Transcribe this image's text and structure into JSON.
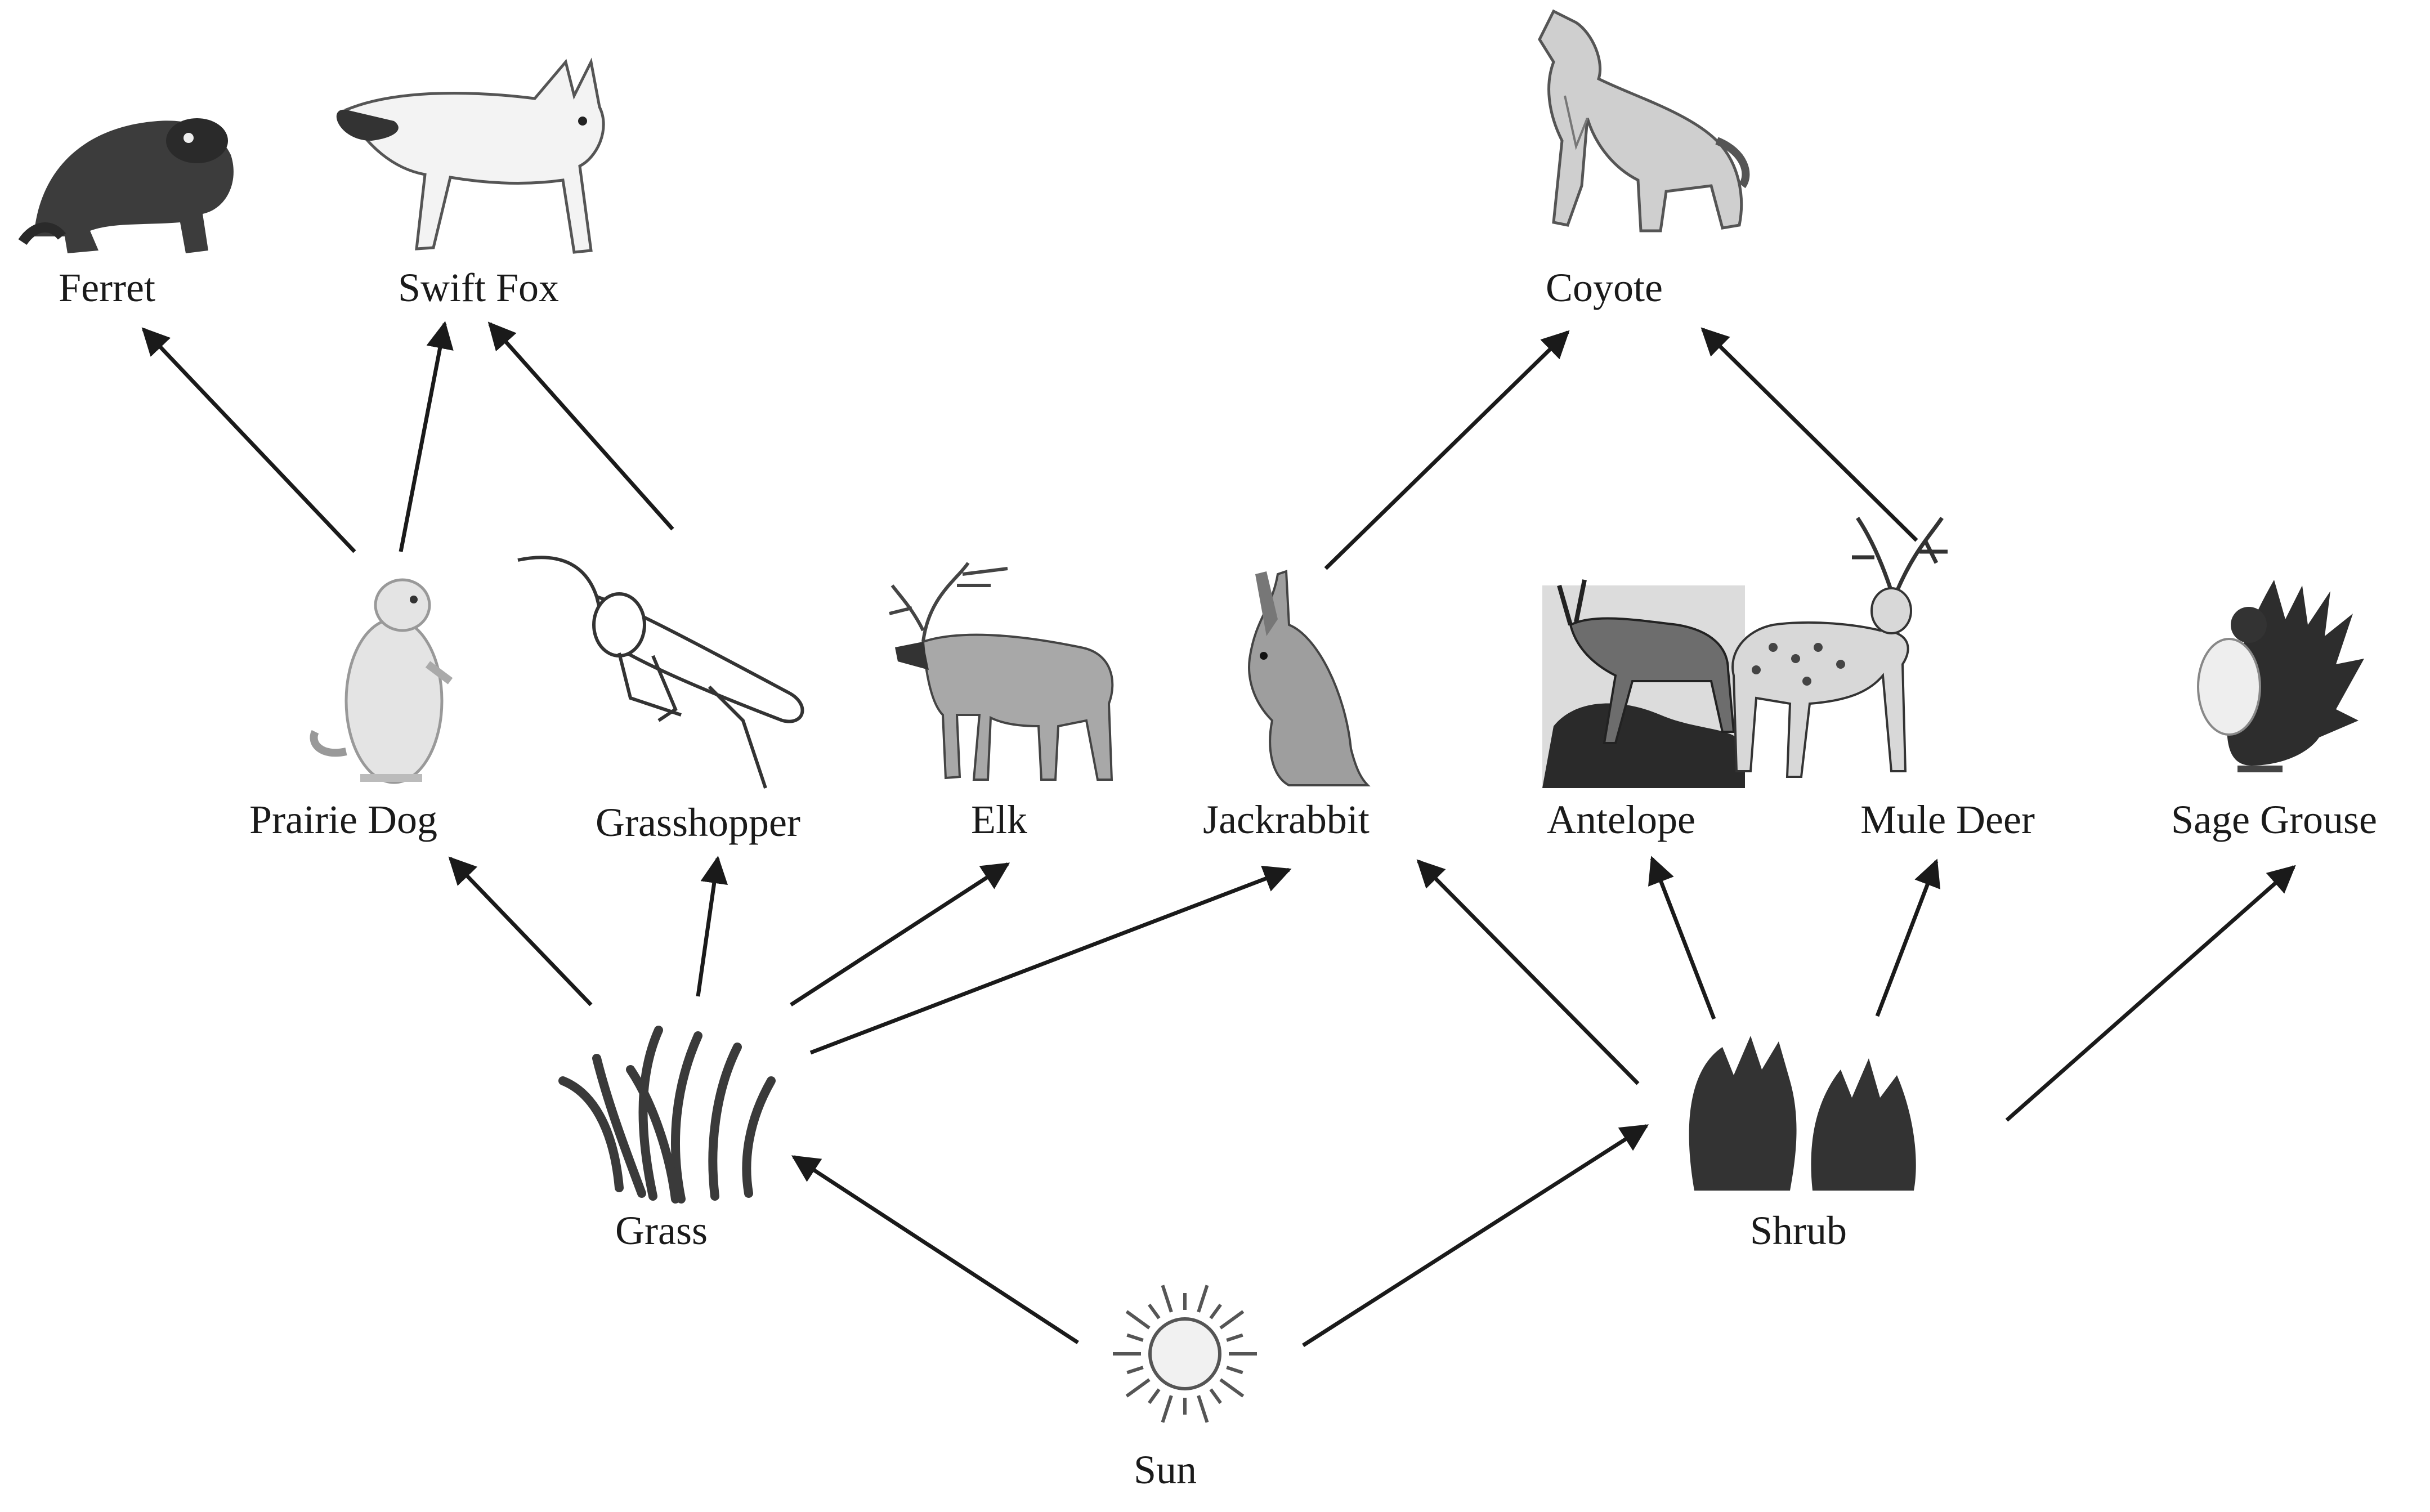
{
  "organisms": {
    "ferret": "Ferret",
    "swift_fox": "Swift Fox",
    "coyote": "Coyote",
    "prairie_dog": "Prairie Dog",
    "grasshopper": "Grasshopper",
    "elk": "Elk",
    "jackrabbit": "Jackrabbit",
    "antelope": "Antelope",
    "mule_deer": "Mule Deer",
    "sage_grouse": "Sage Grouse",
    "grass": "Grass",
    "shrub": "Shrub",
    "sun": "Sun"
  },
  "edges": [
    [
      "sun",
      "grass"
    ],
    [
      "sun",
      "shrub"
    ],
    [
      "grass",
      "prairie_dog"
    ],
    [
      "grass",
      "grasshopper"
    ],
    [
      "grass",
      "elk"
    ],
    [
      "grass",
      "jackrabbit"
    ],
    [
      "shrub",
      "jackrabbit"
    ],
    [
      "shrub",
      "antelope"
    ],
    [
      "shrub",
      "mule_deer"
    ],
    [
      "shrub",
      "sage_grouse"
    ],
    [
      "prairie_dog",
      "ferret"
    ],
    [
      "prairie_dog",
      "swift_fox"
    ],
    [
      "grasshopper",
      "swift_fox"
    ],
    [
      "jackrabbit",
      "coyote"
    ],
    [
      "mule_deer",
      "coyote"
    ]
  ],
  "colors": {
    "ink": "#1a1a1a",
    "grey": "#8a8a8a",
    "light": "#d9d9d9"
  }
}
